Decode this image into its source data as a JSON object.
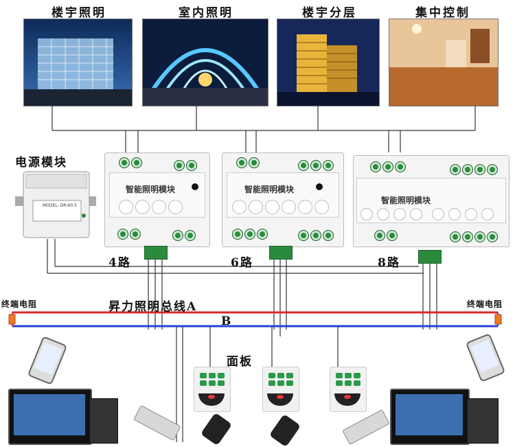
{
  "photos": [
    {
      "label": "楼宇照明"
    },
    {
      "label": "室内照明"
    },
    {
      "label": "楼宇分层"
    },
    {
      "label": "集中控制"
    }
  ],
  "power_module": {
    "label": "电源模块",
    "model_text": "MODEL: DR-60-5"
  },
  "modules": [
    {
      "name": "智能照明模块",
      "channels_label": "4路"
    },
    {
      "name": "智能照明模块",
      "channels_label": "6路"
    },
    {
      "name": "智能照明模块",
      "channels_label": "8路"
    }
  ],
  "bus": {
    "a_label": "昇力照明总线A",
    "b_label": "B",
    "terminator_left": "终端电阻",
    "terminator_right": "终端电阻"
  },
  "panels_label": "面板",
  "colors": {
    "bus_a": "#d42a2a",
    "bus_b": "#2a3fd4",
    "terminal": "#2a8b3c"
  }
}
